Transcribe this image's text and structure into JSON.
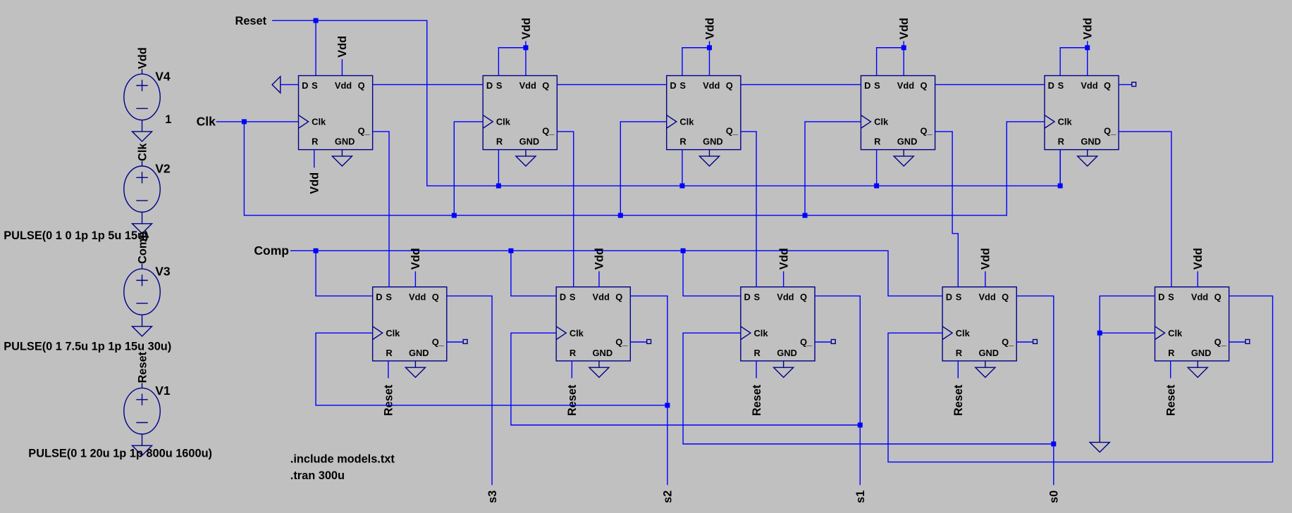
{
  "colors": {
    "background": "#c0c0c0",
    "wire": "#0000ff",
    "symbol": "#00008b",
    "text": "#000000"
  },
  "flipflop_pins": {
    "D": "D",
    "S": "S",
    "Vdd": "Vdd",
    "Q": "Q",
    "Clk": "Clk",
    "Qbar": "Q_",
    "R": "R",
    "GND": "GND"
  },
  "nets": {
    "reset": "Reset",
    "clk": "Clk",
    "comp": "Comp",
    "vdd": "Vdd",
    "outputs": [
      "s3",
      "s2",
      "s1",
      "s0"
    ]
  },
  "sources": [
    {
      "name": "V4",
      "net": "Vdd",
      "value": "1"
    },
    {
      "name": "V2",
      "net": "Clk",
      "value": "PULSE(0 1 0 1p 1p 5u 15u)"
    },
    {
      "name": "V3",
      "net": "Comp",
      "value": "PULSE(0 1 7.5u 1p 1p 15u 30u)"
    },
    {
      "name": "V1",
      "net": "Reset",
      "value": "PULSE(0 1 20u 1p 1p 800u 1600u)"
    }
  ],
  "directives": [
    ".include models.txt",
    ".tran 300u"
  ]
}
